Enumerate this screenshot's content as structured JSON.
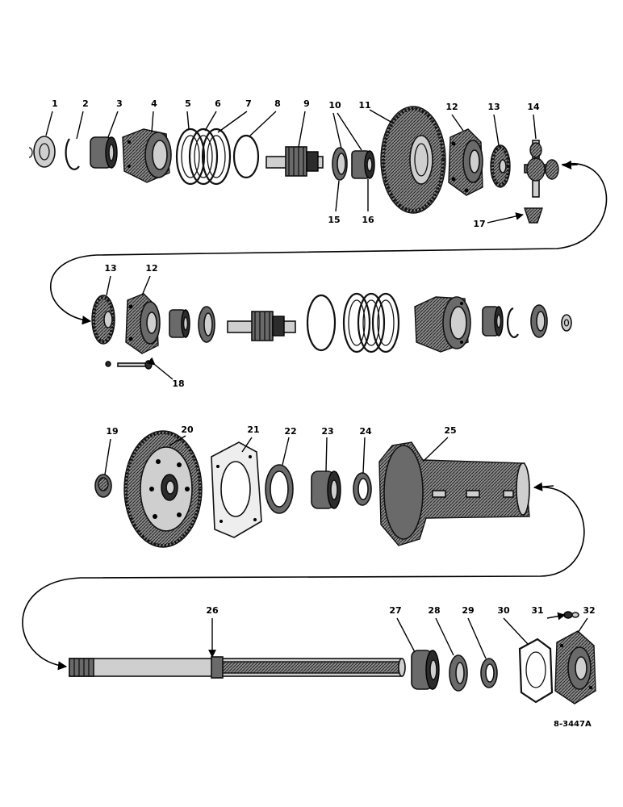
{
  "diagram": {
    "drawing_number": "8-3447A",
    "callouts": [
      "1",
      "2",
      "3",
      "4",
      "5",
      "6",
      "7",
      "8",
      "9",
      "10",
      "11",
      "12",
      "13",
      "14",
      "15",
      "16",
      "17",
      "18",
      "19",
      "20",
      "21",
      "22",
      "23",
      "24",
      "25",
      "26",
      "27",
      "28",
      "29",
      "30",
      "31",
      "32"
    ]
  }
}
